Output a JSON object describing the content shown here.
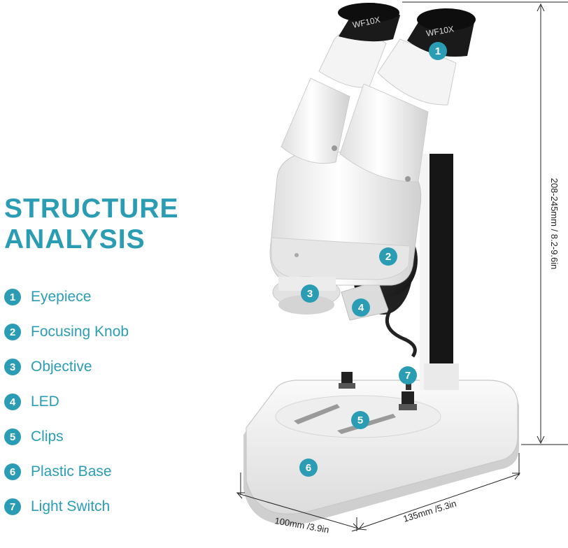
{
  "title_line1": "STRUCTURE",
  "title_line2": "ANALYSIS",
  "accent_color": "#2a9db4",
  "parts": [
    {
      "number": "1",
      "label": "Eyepiece"
    },
    {
      "number": "2",
      "label": "Focusing Knob"
    },
    {
      "number": "3",
      "label": "Objective"
    },
    {
      "number": "4",
      "label": "LED"
    },
    {
      "number": "5",
      "label": "Clips"
    },
    {
      "number": "6",
      "label": "Plastic Base"
    },
    {
      "number": "7",
      "label": "Light Switch"
    }
  ],
  "eyepiece_marking": "WF10X",
  "dimensions": {
    "height": "208-245mm / 8.2-9.6in",
    "depth": "100mm /3.9in",
    "width": "135mm /5.3in"
  }
}
